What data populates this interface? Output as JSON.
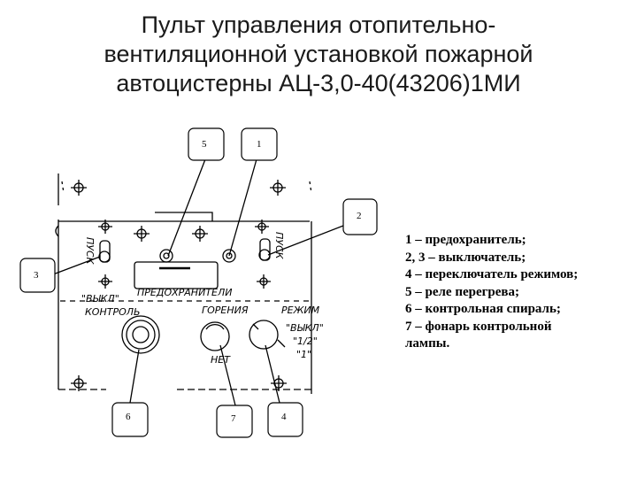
{
  "title": {
    "line1": "Пульт управления отопительно-",
    "line2": "вентиляционной установкой пожарной",
    "line3": "автоцистерны АЦ-3,0-40(43206)1МИ"
  },
  "callouts": {
    "c1": "1",
    "c2": "2",
    "c3": "3",
    "c4": "4",
    "c5": "5",
    "c6": "6",
    "c7": "7"
  },
  "panel_labels": {
    "predohraniteli": "ПРЕДОХРАНИТЕЛИ",
    "vykl_left": "\"ВЫКЛ\"",
    "kontrol": "КОНТРОЛЬ",
    "goreniya": "ГОРЕНИЯ",
    "net": "НЕТ",
    "rezhim": "РЕЖИМ",
    "vykl_right": "\"ВЫКЛ\"",
    "half": "\"1/2\"",
    "one": "\"1\"",
    "left_vertical": "ПУСК",
    "right_vertical": "ПУСК"
  },
  "legend": [
    "1 – предохранитель;",
    "2, 3 – выключатель;",
    "4 – переключатель режимов;",
    "5 – реле перегрева;",
    "6 – контрольная спираль;",
    "7 – фонарь контрольной",
    "лампы."
  ]
}
